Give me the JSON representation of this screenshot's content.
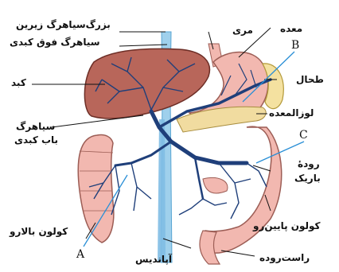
{
  "labels": {
    "inferior_vena_cava": "بزرگ‌سیاهرگ زیرین",
    "hepatic_vein": "سیاهرگ فوق کبدی",
    "liver": "کبد",
    "hepatic_portal_vein_1": "سیاهرگ",
    "hepatic_portal_vein_2": "باب کبدی",
    "ascending_colon": "کولون بالارو",
    "appendix": "آپاندیس",
    "esophagus": "مری",
    "stomach": "معده",
    "spleen": "طحال",
    "pancreas": "لوزالمعده",
    "small_intestine_1": "رودهٔ",
    "small_intestine_2": "باریک",
    "descending_colon": "کولون پایین‌رو",
    "rectum": "راست‌روده"
  },
  "markers": {
    "a": "A",
    "b": "B",
    "c": "C"
  },
  "colors": {
    "organ_pink": "#f2b8b0",
    "liver_brown": "#b8665a",
    "vein_blue": "#1f3f7a",
    "vessel_light_blue": "#8fc6e6",
    "spleen_yellow": "#f4e1a0",
    "pointer_blue": "#2a8fd6"
  }
}
